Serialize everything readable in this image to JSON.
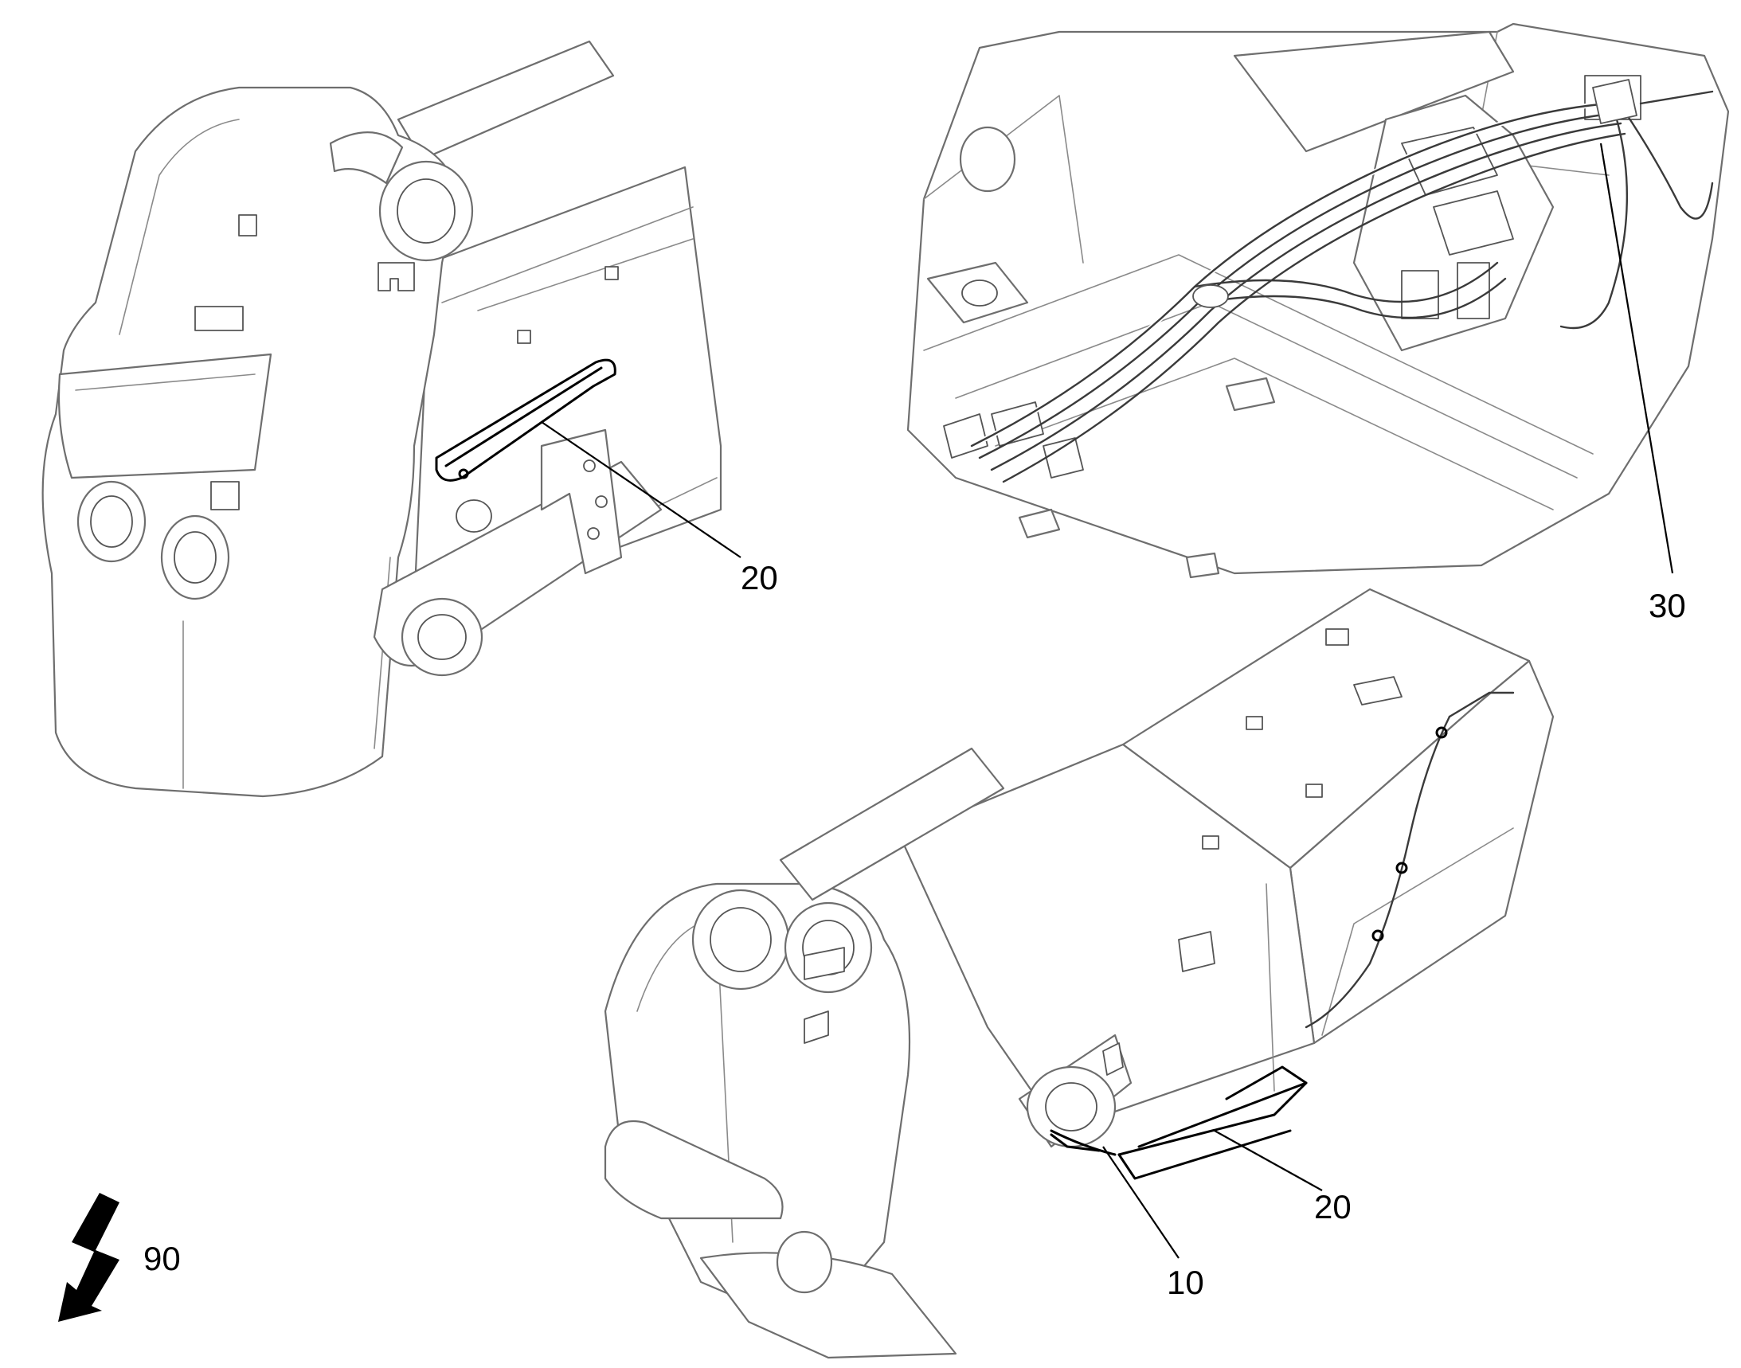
{
  "callouts": {
    "view1_item": "20",
    "view2_item": "30",
    "view3_item_a": "20",
    "view3_item_b": "10"
  },
  "symbol": {
    "icon": "lightning-bolt-icon",
    "label": "90"
  },
  "colors": {
    "line_art": "#000000",
    "background": "#ffffff"
  }
}
